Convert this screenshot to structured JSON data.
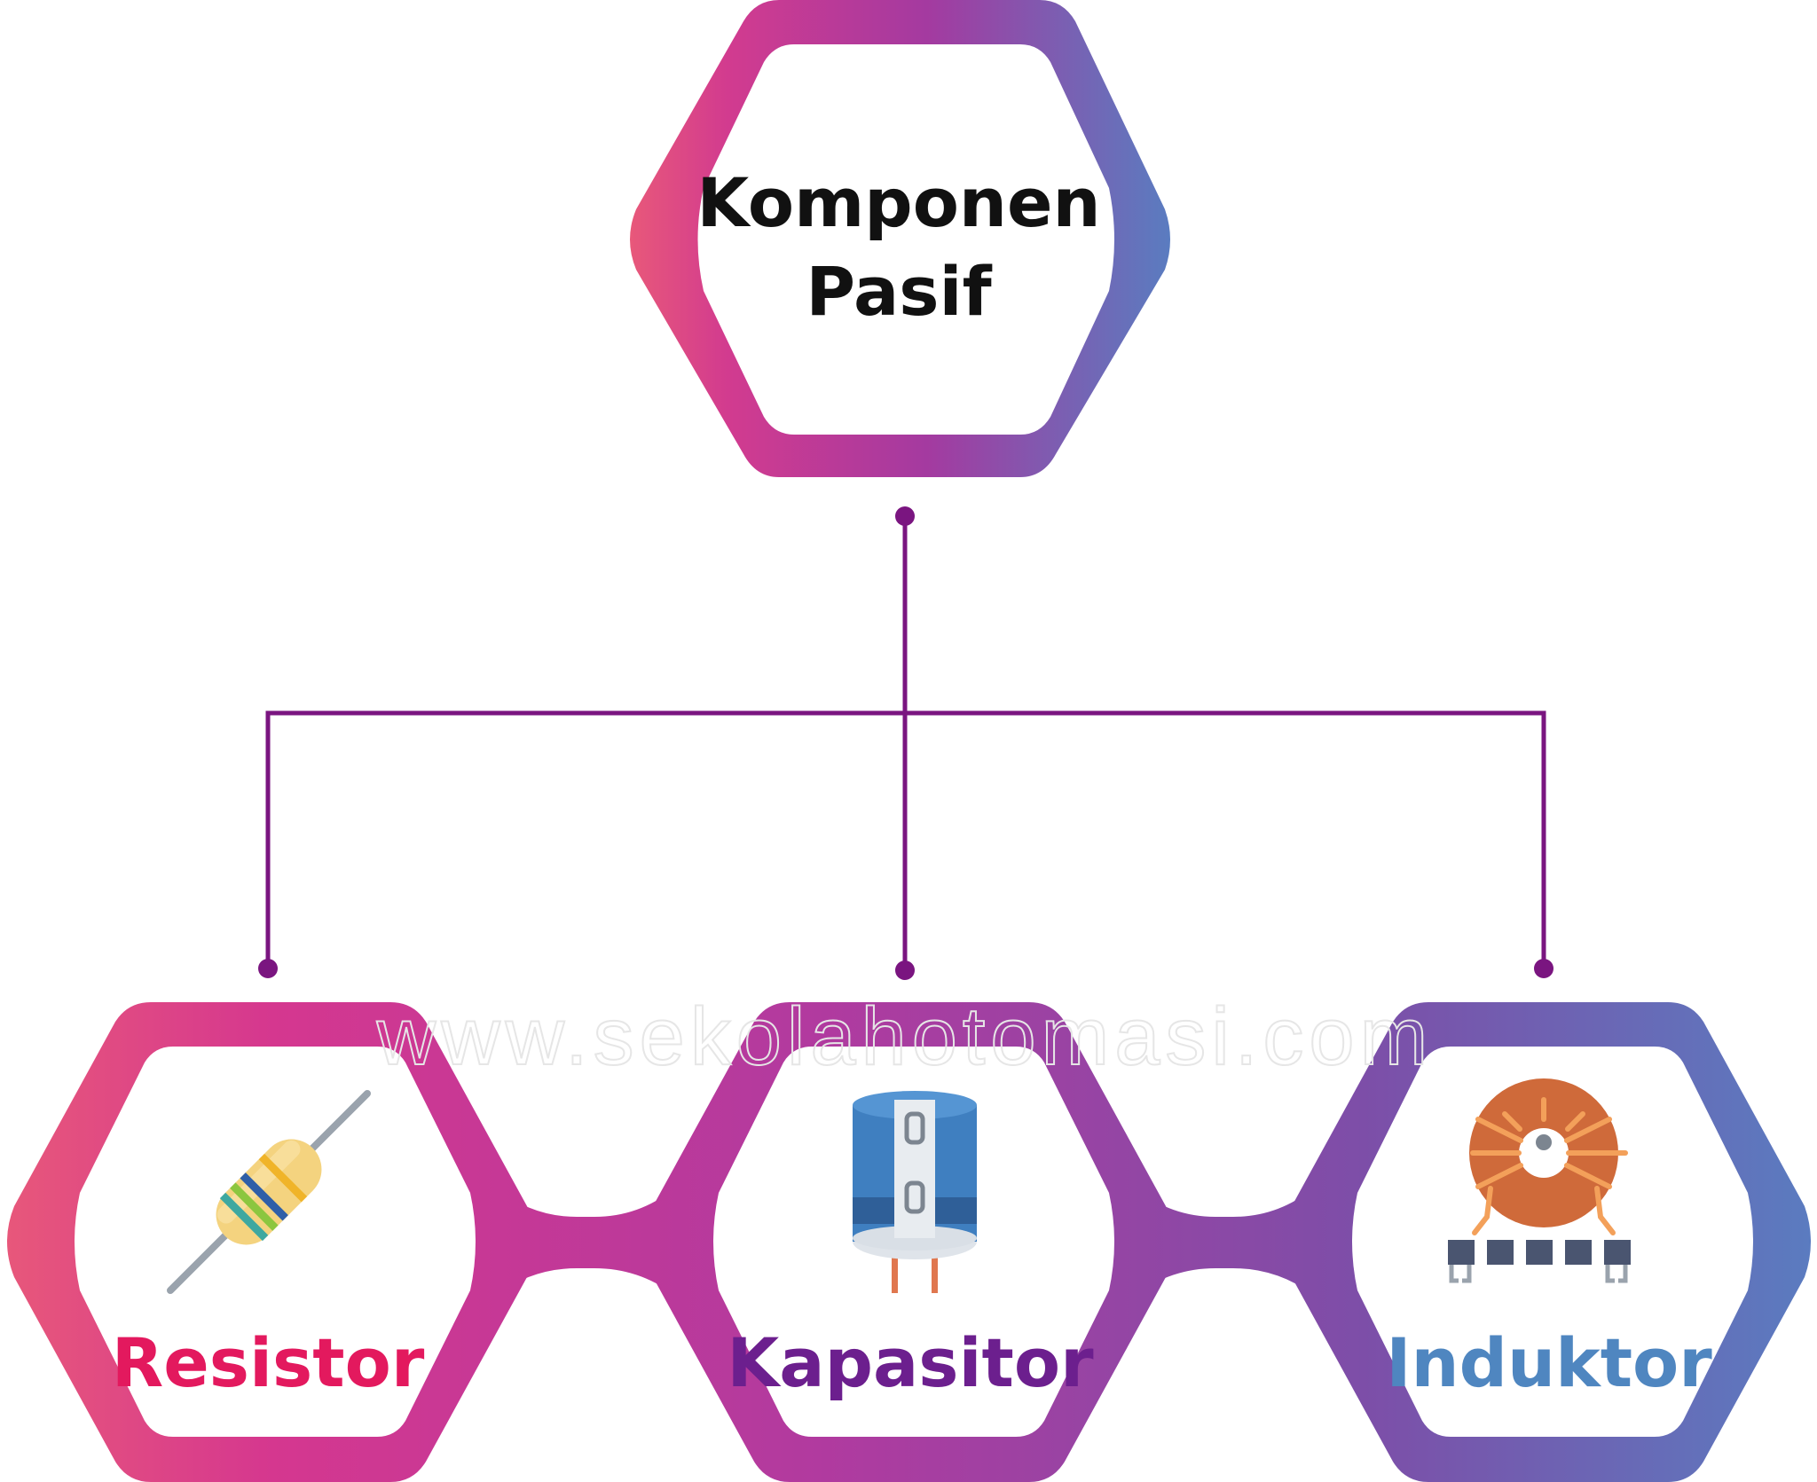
{
  "root": {
    "line1": "Komponen",
    "line2": "Pasif"
  },
  "children": [
    {
      "label": "Resistor",
      "color": "#e3195e",
      "icon": "resistor-icon"
    },
    {
      "label": "Kapasitor",
      "color": "#6c1f8e",
      "icon": "capacitor-icon"
    },
    {
      "label": "Induktor",
      "color": "#4f86c0",
      "icon": "inductor-icon"
    }
  ],
  "watermark": "www.sekolahotomasi.com",
  "colors": {
    "gradient_start": "#e8587a",
    "gradient_mid": "#c2399a",
    "gradient_end": "#5a7cc0",
    "connector": "#7a1580",
    "text_root": "#111111"
  }
}
